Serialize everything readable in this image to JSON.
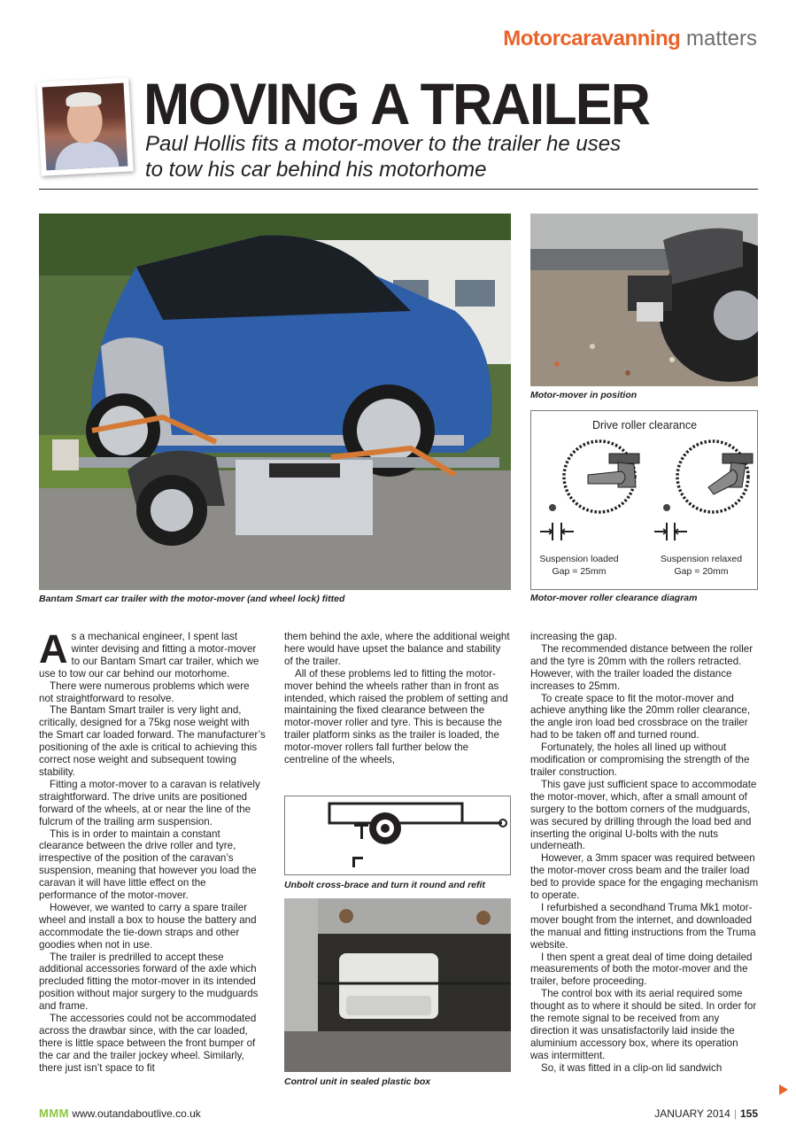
{
  "header": {
    "section_brand": "Motorcaravanning",
    "section_suffix": "matters"
  },
  "article": {
    "headline": "MOVING A TRAILER",
    "standfirst": "Paul Hollis fits a motor-mover to the trailer he uses to tow his car behind his motorhome"
  },
  "captions": {
    "trailer": "Bantam Smart car trailer with the motor-mover (and wheel lock) fitted",
    "mover": "Motor-mover in position",
    "diagram": "Motor-mover roller clearance diagram",
    "crossbrace": "Unbolt cross-brace and turn it round and refit",
    "control": "Control unit in sealed plastic box"
  },
  "diagram": {
    "title": "Drive roller clearance",
    "left_label": "Suspension loaded",
    "left_gap": "Gap = 25mm",
    "right_label": "Suspension relaxed",
    "right_gap": "Gap = 20mm"
  },
  "body": {
    "dropcap": "A",
    "col1": [
      "s a mechanical engineer, I spent last winter devising and fitting a motor-mover to our Bantam Smart car trailer, which we use to tow our car behind our motorhome.",
      "There were numerous problems which were not straightforward to resolve.",
      "The Bantam Smart trailer is very light and, critically, designed for a 75kg nose weight with the Smart car loaded forward. The manufacturer’s positioning of the axle is critical to achieving this correct nose weight and subsequent towing stability.",
      "Fitting a motor-mover to a caravan is relatively straightforward. The drive units are positioned forward of the wheels, at or near the line of the fulcrum of the trailing arm suspension.",
      "This is in order to maintain a constant clearance between the drive roller and tyre, irrespective of the position of the caravan’s suspension, meaning that however you load the caravan it will have little effect on the performance of the motor-mover.",
      "However, we wanted to carry a spare trailer wheel and install a box to house the battery and accommodate the tie-down straps and other goodies when not in use.",
      "The trailer is predrilled to accept these additional accessories forward of the axle which precluded fitting the motor-mover in its intended position without major surgery to the mudguards and frame.",
      "The accessories could not be accommodated across the drawbar since, with the car loaded, there is little space between the front bumper of the car and the trailer jockey wheel. Similarly, there just isn’t space to fit"
    ],
    "col2": [
      "them behind the axle, where the additional weight here would have upset the balance and stability of the trailer.",
      "All of these problems led to fitting the motor-mover behind the wheels rather than in front as intended, which raised the problem of setting and maintaining the fixed clearance between the motor-mover roller and tyre. This is because the trailer platform sinks as the trailer is loaded, the motor-mover rollers fall further below the centreline of the wheels,"
    ],
    "col3": [
      "increasing the gap.",
      "The recommended distance between the roller and the tyre is 20mm with the rollers retracted. However, with the trailer loaded the distance increases to 25mm.",
      "To create space to fit the motor-mover and achieve anything like the 20mm roller clearance, the angle iron load bed crossbrace on the trailer had to be taken off and turned round.",
      "Fortunately, the holes all lined up without modification or compromising the strength of the trailer construction.",
      "This gave just sufficient space to accommodate the motor-mover, which, after a small amount of surgery to the bottom corners of the mudguards, was secured by drilling through the load bed and inserting the original U-bolts with the nuts underneath.",
      "However, a 3mm spacer was required between the motor-mover cross beam and the trailer load bed to provide space for the engaging mechanism to operate.",
      "I refurbished a secondhand Truma Mk1 motor-mover bought from the internet, and downloaded the manual and fitting instructions from the Truma website.",
      "I then spent a great deal of time doing detailed measurements of both the motor-mover and the trailer, before proceeding.",
      "The control box with its aerial required some thought as to where it should be sited. In order for the remote signal to be received from any direction it was unsatisfactorily laid inside the aluminium accessory box, where its operation was intermittent.",
      "So, it was fitted in a clip-on lid sandwich"
    ]
  },
  "footer": {
    "logo": "MMM",
    "url": "www.outandaboutlive.co.uk",
    "issue": "JANUARY 2014",
    "separator": "|",
    "page_number": "155"
  },
  "colors": {
    "accent": "#e8642b",
    "logo_green": "#8cc63f",
    "text": "#231f20"
  }
}
